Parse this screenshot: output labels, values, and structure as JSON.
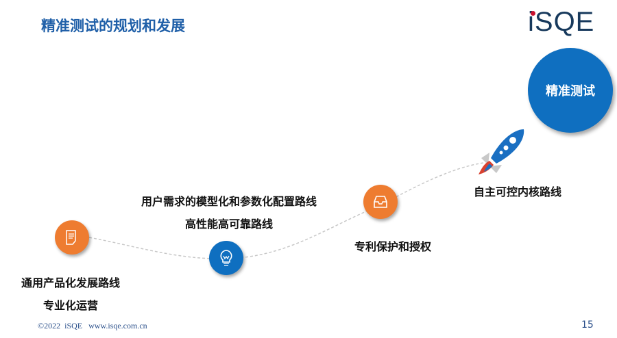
{
  "title": "精准测试的规划和发展",
  "logo": "iSQE",
  "goal": "精准测试",
  "milestones": [
    {
      "lines": [
        "通用产品化发展路线",
        "专业化运营"
      ],
      "icon": "document-icon",
      "color": "#ee7c30"
    },
    {
      "lines": [
        "用户需求的模型化和参数化配置路线",
        "高性能高可靠路线"
      ],
      "icon": "lightbulb-icon",
      "color": "#0f6fc0"
    },
    {
      "lines": [
        "专利保护和授权"
      ],
      "icon": "inbox-icon",
      "color": "#ee7c30"
    },
    {
      "lines": [
        "自主可控内核路线"
      ],
      "icon": "rocket-icon",
      "color": "#0f6fc0"
    }
  ],
  "footer": {
    "copyright": "©2022  iSQE   www.isqe.com.cn",
    "page": "15"
  }
}
